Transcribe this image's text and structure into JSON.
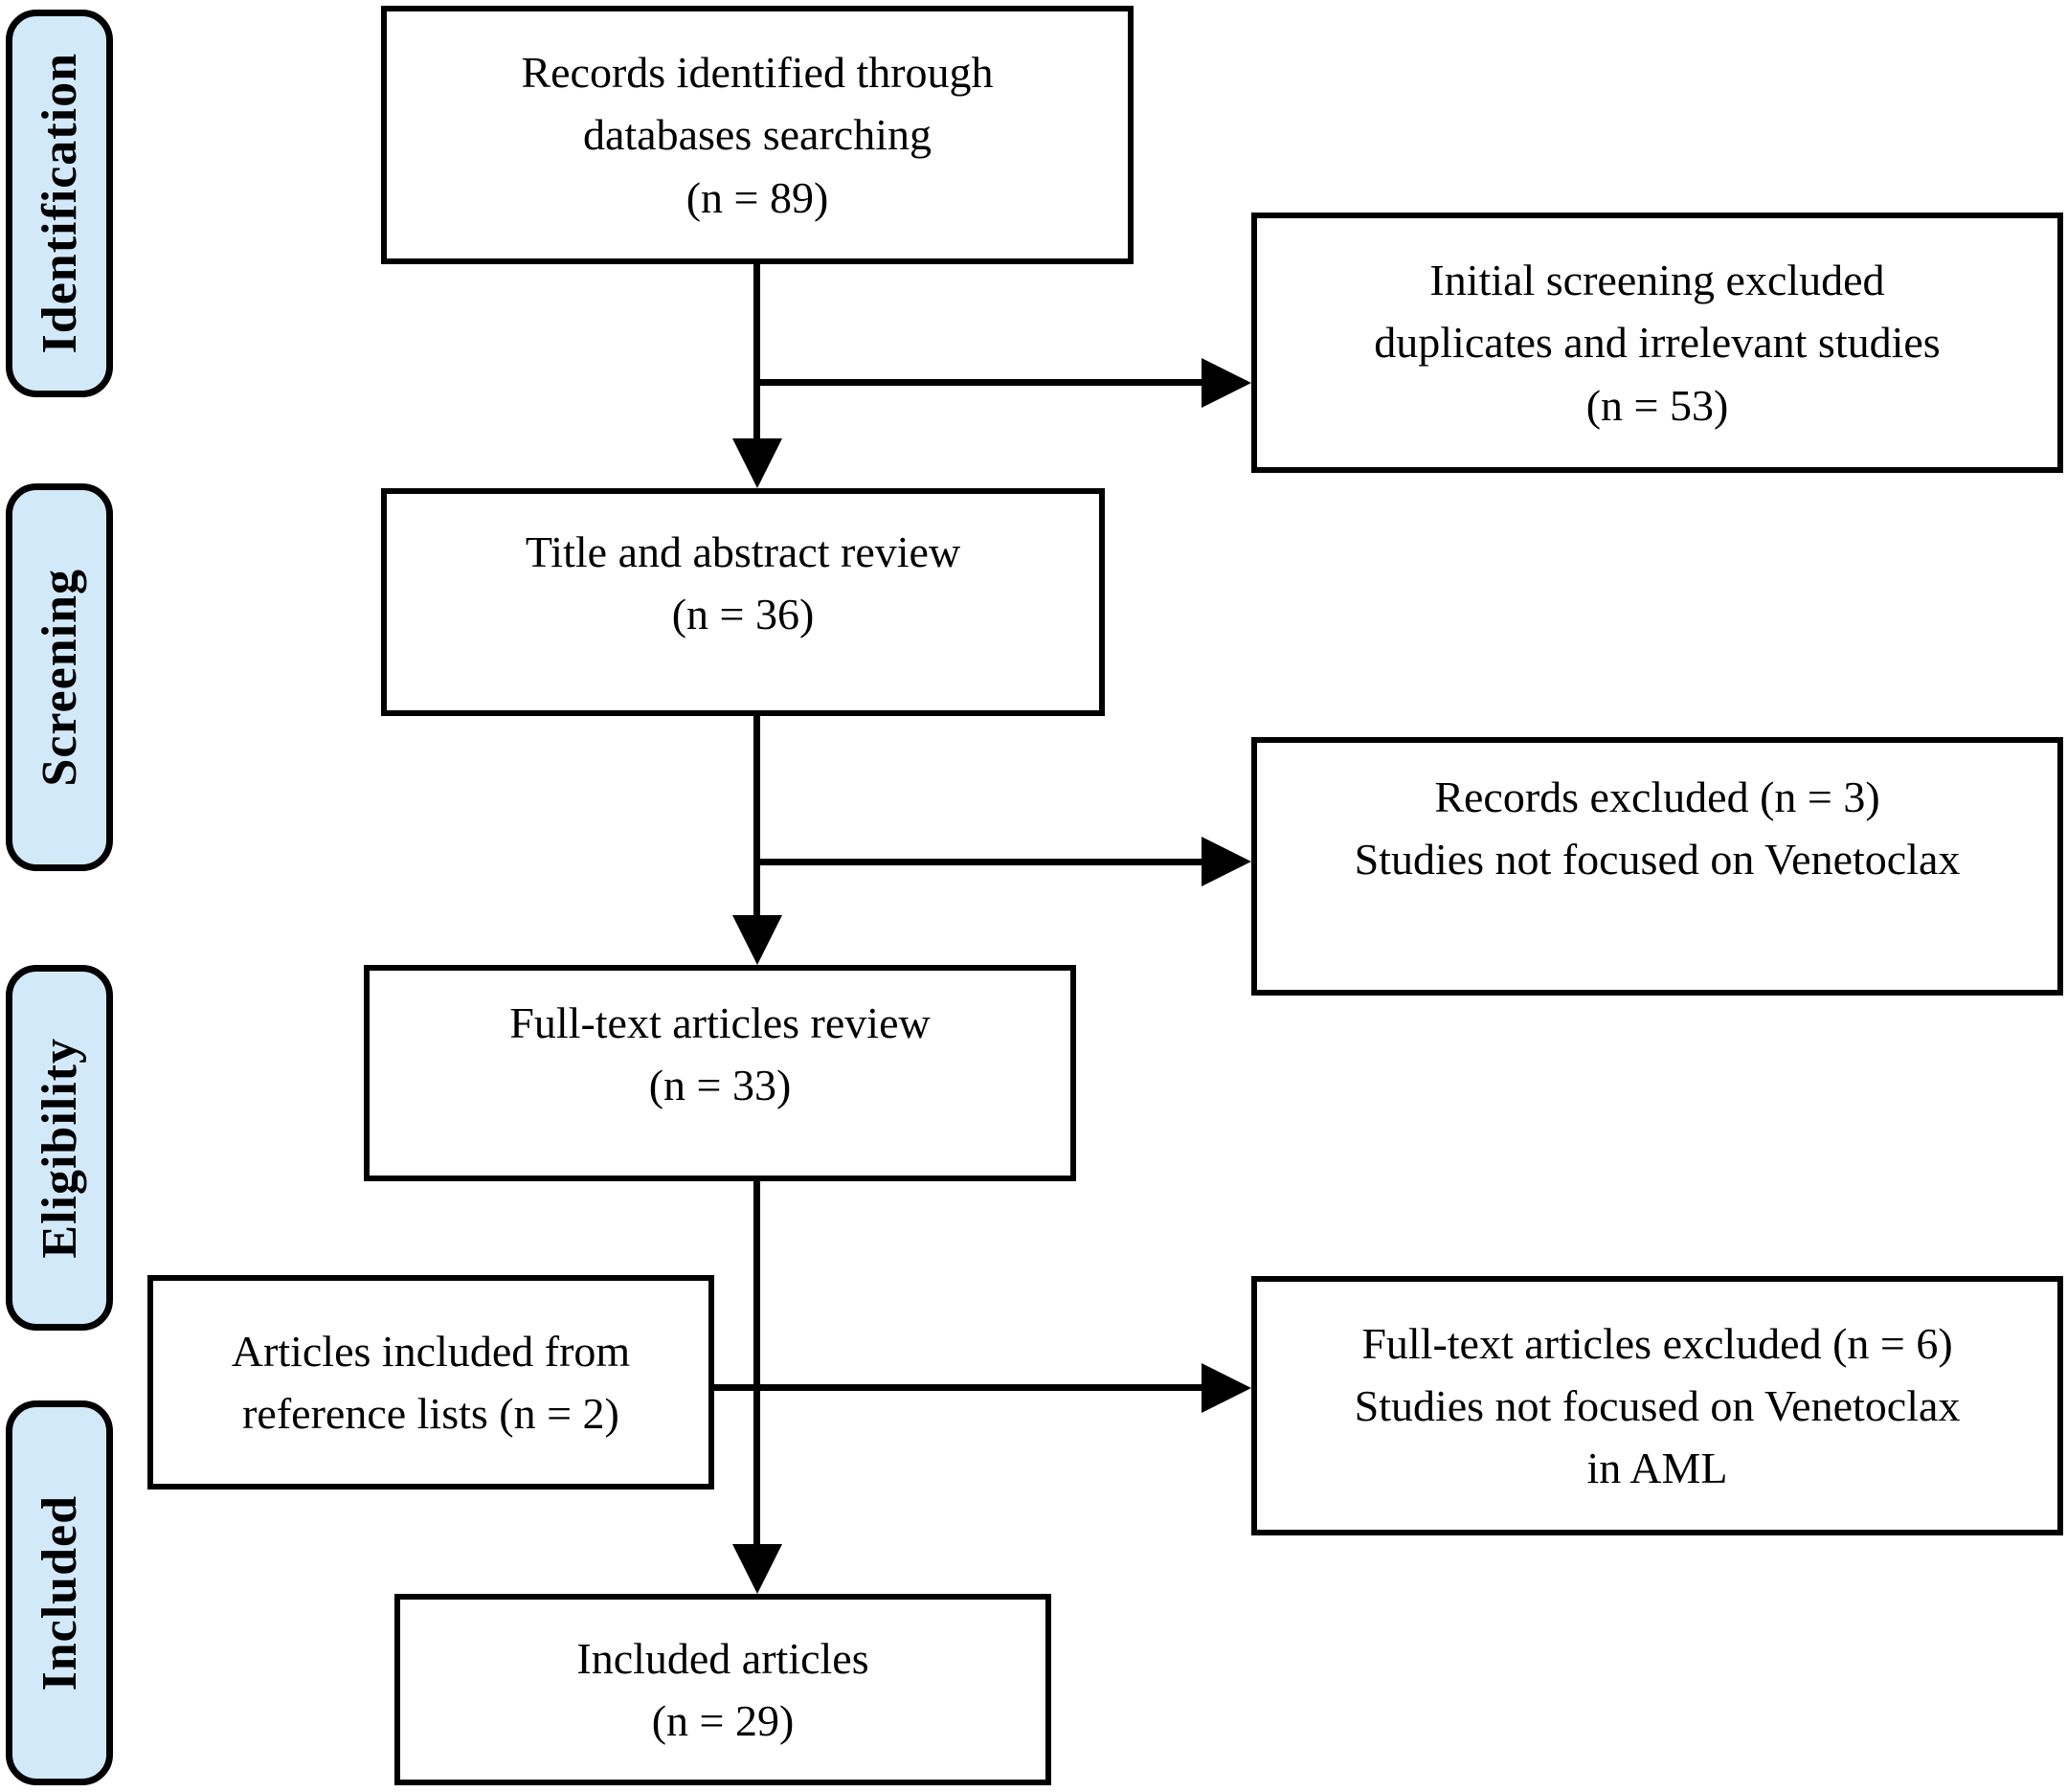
{
  "colors": {
    "stage_fill": "#d2e9fa",
    "line": "#000000",
    "box_fill": "#ffffff"
  },
  "stages": [
    {
      "id": "identification",
      "label": "Identification"
    },
    {
      "id": "screening",
      "label": "Screening"
    },
    {
      "id": "eligibility",
      "label": "Eligibility"
    },
    {
      "id": "included",
      "label": "Included"
    }
  ],
  "nodes": {
    "records_identified": {
      "lines": [
        "Records identified through",
        "databases searching",
        "(n = 89)"
      ]
    },
    "initial_screening_excluded": {
      "lines": [
        "Initial screening excluded",
        "duplicates and irrelevant studies",
        "(n = 53)"
      ]
    },
    "title_abstract_review": {
      "lines": [
        "Title and abstract review",
        "(n = 36)"
      ]
    },
    "records_excluded": {
      "lines": [
        "Records excluded (n = 3)",
        "Studies not focused on Venetoclax"
      ]
    },
    "fulltext_review": {
      "lines": [
        "Full-text articles review",
        "(n = 33)"
      ]
    },
    "reference_lists_included": {
      "lines": [
        "Articles included from",
        "reference lists (n = 2)"
      ]
    },
    "fulltext_excluded": {
      "lines": [
        "Full-text articles excluded (n = 6)",
        "Studies not focused on Venetoclax",
        "in AML"
      ]
    },
    "included_articles": {
      "lines": [
        "Included articles",
        "(n = 29)"
      ]
    }
  }
}
